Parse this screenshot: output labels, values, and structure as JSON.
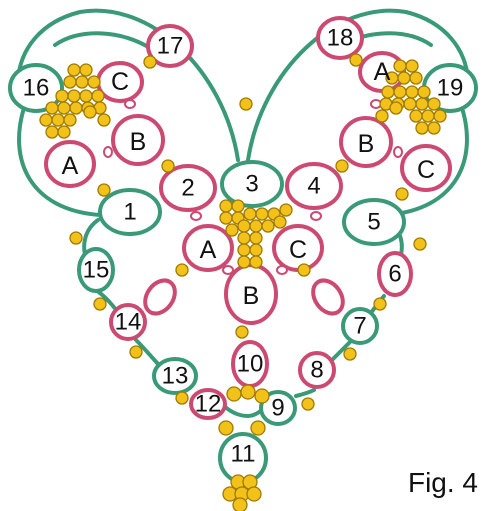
{
  "figure": {
    "caption": "Fig. 4",
    "colors": {
      "chain": "#3a9a78",
      "ring": "#cc4a72",
      "bead": "#f2c21b",
      "bead_stroke": "#a07a00",
      "text": "#111111"
    }
  },
  "rings": {
    "r1": "1",
    "r2": "2",
    "r3": "3",
    "r4": "4",
    "r5": "5",
    "r6": "6",
    "r7": "7",
    "r8": "8",
    "r9": "9",
    "r10": "10",
    "r11": "11",
    "r12": "12",
    "r13": "13",
    "r14": "14",
    "r15": "15",
    "r16": "16",
    "r17": "17",
    "r18": "18",
    "r19": "19"
  },
  "motif_letters": {
    "left_a": "A",
    "left_b": "B",
    "left_c": "C",
    "center_a": "A",
    "center_b": "B",
    "center_c": "C",
    "right_a": "A",
    "right_b": "B",
    "right_c": "C"
  }
}
